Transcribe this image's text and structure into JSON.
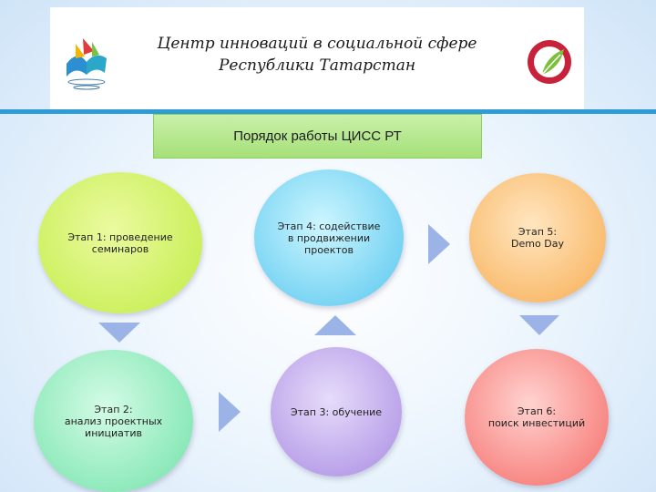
{
  "header": {
    "title_line1": "Центр инноваций в социальной сфере",
    "title_line2": "Республики Татарстан"
  },
  "title_box": {
    "label": "Порядок работы ЦИСС РТ"
  },
  "stages": {
    "s1": "Этап 1: проведение\nсеминаров",
    "s2": "Этап 2:\nанализ проектных\nинициатив",
    "s3": "Этап 3: обучение",
    "s4": "Этап 4: содействие\nв продвижении\nпроектов",
    "s5": "Этап 5:\nDemo Day",
    "s6": "Этап 6:\nпоиск инвестиций"
  },
  "colors": {
    "accent_blue": "#2f9bd6",
    "title_green": "#a6e07a",
    "arrow_fill": "#9bb3e6",
    "logo_red": "#c8213a",
    "logo_green": "#7cbf3a"
  },
  "icons": {
    "logo_left": "book-with-flags-logo",
    "logo_right": "leaf-circle-logo",
    "arrows": "triangle-arrow"
  }
}
